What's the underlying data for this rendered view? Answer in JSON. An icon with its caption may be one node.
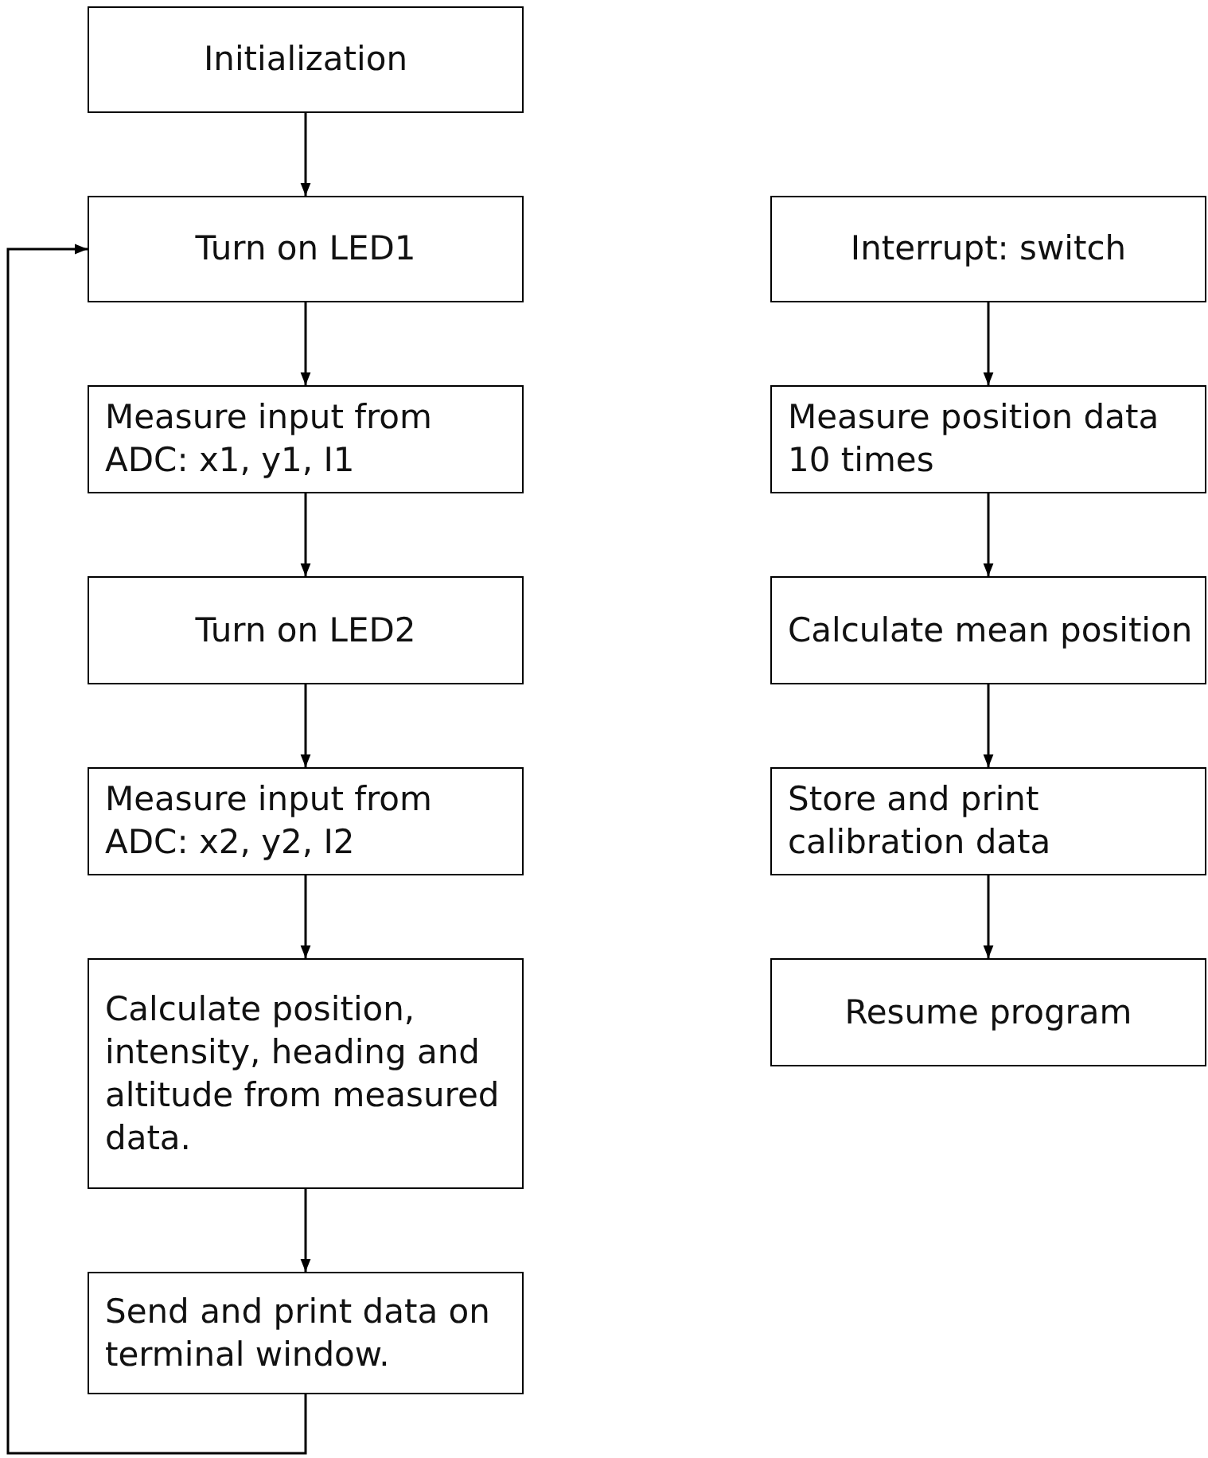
{
  "diagram": {
    "nodes": [
      {
        "text": [
          "Initialization"
        ]
      },
      {
        "text": [
          "Turn on LED1"
        ]
      },
      {
        "text": [
          "Measure input from ADC: x1, y1, I1"
        ]
      },
      {
        "text": [
          "Turn on LED2"
        ]
      },
      {
        "text": [
          "Measure input from ADC: x2, y2, I2"
        ]
      },
      {
        "text": [
          "Calculate position, intensity, heading and altitude from measured data."
        ]
      },
      {
        "text": [
          "Send and print data on terminal window."
        ]
      },
      {
        "text": [
          "Interrupt: switch"
        ]
      },
      {
        "text": [
          "Measure position data 10 times"
        ]
      },
      {
        "text": [
          "Calculate mean position"
        ]
      },
      {
        "text": [
          "Store and print calibration data"
        ]
      },
      {
        "text": [
          "Resume program"
        ]
      }
    ],
    "edges": [
      {
        "from": 0,
        "to": 1,
        "arrow": "to"
      },
      {
        "from": 1,
        "to": 2,
        "arrow": "to"
      },
      {
        "from": 2,
        "to": 3,
        "arrow": "to"
      },
      {
        "from": 3,
        "to": 4,
        "arrow": "to"
      },
      {
        "from": 4,
        "to": 5,
        "arrow": "to"
      },
      {
        "from": 5,
        "to": 6,
        "arrow": "to"
      },
      {
        "from": 6,
        "to": 1,
        "arrow": "to"
      },
      {
        "from": 7,
        "to": 8,
        "arrow": "to"
      },
      {
        "from": 8,
        "to": 9,
        "arrow": "to"
      },
      {
        "from": 9,
        "to": 10,
        "arrow": "to"
      },
      {
        "from": 10,
        "to": 11,
        "arrow": "to"
      }
    ]
  }
}
